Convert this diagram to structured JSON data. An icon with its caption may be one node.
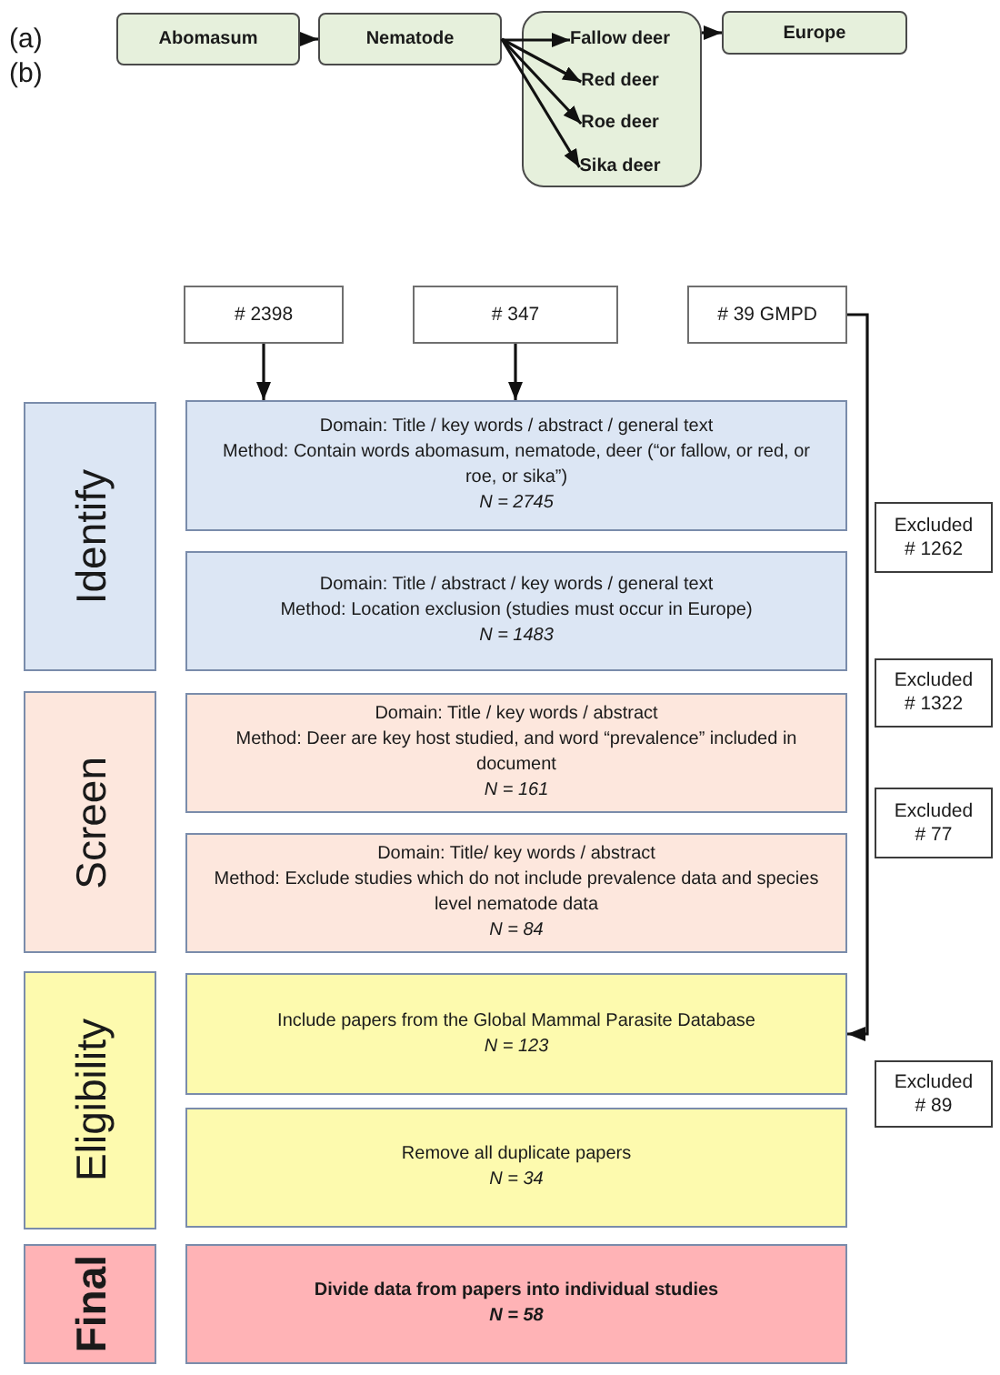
{
  "diagram": {
    "nodes": [
      {
        "text": [
          "Abomasum"
        ]
      },
      {
        "text": [
          "Nematode"
        ]
      },
      {
        "text": [],
        "shape": "box"
      },
      {
        "text": [
          "Fallow deer"
        ],
        "in": 2
      },
      {
        "text": [
          "Red deer"
        ],
        "in": 2
      },
      {
        "text": [
          "Roe deer"
        ],
        "in": 2
      },
      {
        "text": [
          "Sika deer"
        ],
        "in": 2
      },
      {
        "text": [
          "Europe"
        ]
      },
      {
        "text": [
          "# 2398"
        ]
      },
      {
        "text": [
          "# 347"
        ]
      },
      {
        "text": [
          "# 39 GMPD"
        ]
      },
      {
        "text": [
          "Identify"
        ]
      },
      {
        "text": [
          "Domain: Title / key words / abstract / general text",
          "Method: Contain words abomasum, nematode, deer (“or fallow, or red, or roe, or sika”)",
          "N = 2745"
        ]
      },
      {
        "text": [
          "Excluded # 1262"
        ]
      },
      {
        "text": [
          "Domain: Title / abstract / key words / general text",
          "Method: Location exclusion (studies must occur in Europe)",
          "N = 1483"
        ]
      },
      {
        "text": [
          "Screen"
        ]
      },
      {
        "text": [
          "Excluded # 1322"
        ]
      },
      {
        "text": [
          "Domain: Title / key words / abstract",
          "Method: Deer are key host studied, and word “prevalence” included in document",
          "N = 161"
        ]
      },
      {
        "text": [
          "Excluded # 77"
        ]
      },
      {
        "text": [
          "Domain: Title/ key words / abstract",
          "Method: Exclude studies which do not include prevalence data and species level nematode data",
          "N = 84"
        ]
      },
      {
        "text": [
          "Eligibility"
        ]
      },
      {
        "text": [
          "Include papers from the Global Mammal Parasite Database",
          "N = 123"
        ]
      },
      {
        "text": [
          "Excluded # 89"
        ]
      },
      {
        "text": [
          "Remove all duplicate papers",
          "N = 34"
        ]
      },
      {
        "text": [
          "Final"
        ]
      },
      {
        "text": [
          "Divide data from papers into individual studies",
          "N = 58"
        ]
      }
    ],
    "edges": [
      {
        "from": 0,
        "to": 1,
        "arrow": "to"
      },
      {
        "from": 1,
        "to": 3,
        "arrow": "to"
      },
      {
        "from": 1,
        "to": 4,
        "arrow": "to"
      },
      {
        "from": 1,
        "to": 5,
        "arrow": "to"
      },
      {
        "from": 1,
        "to": 6,
        "arrow": "to"
      },
      {
        "from": 2,
        "to": 7,
        "arrow": "to"
      },
      {
        "from": 8,
        "to": 12,
        "arrow": "to"
      },
      {
        "from": 9,
        "to": 12,
        "arrow": "to"
      },
      {
        "from": 10,
        "to": 21,
        "arrow": "to"
      }
    ],
    "labels": [
      "(a)",
      "(b)"
    ]
  }
}
